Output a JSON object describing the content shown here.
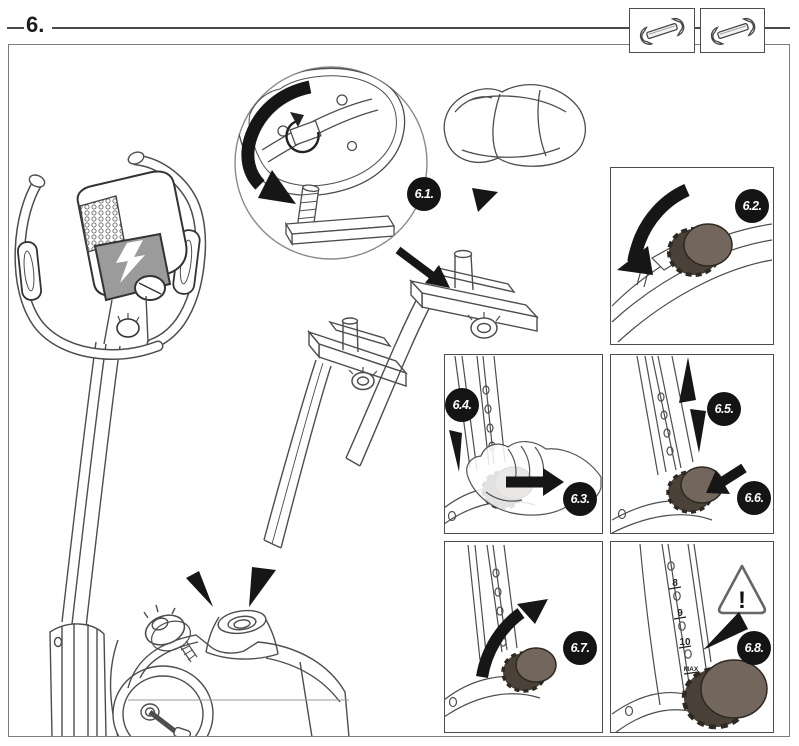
{
  "page": {
    "step_number": "6."
  },
  "tools": {
    "items": [
      {
        "icon": "open-end-wrench"
      },
      {
        "icon": "open-end-wrench"
      }
    ]
  },
  "colors": {
    "knob_face": "#73665d",
    "knob_side": "#4a4138",
    "screen": "#9b9b9b",
    "arrow": "#161616",
    "badge_bg": "#141414",
    "badge_text": "#ffffff",
    "line": "#4d4d4d"
  },
  "steps": [
    {
      "label": "6.1."
    },
    {
      "label": "6.2."
    },
    {
      "label": "6.3."
    },
    {
      "label": "6.4."
    },
    {
      "label": "6.5."
    },
    {
      "label": "6.6."
    },
    {
      "label": "6.7."
    },
    {
      "label": "6.8."
    }
  ],
  "panel_6_8": {
    "scale_markings": [
      "8",
      "9",
      "10",
      "MAX"
    ],
    "warning_symbol": "!"
  }
}
